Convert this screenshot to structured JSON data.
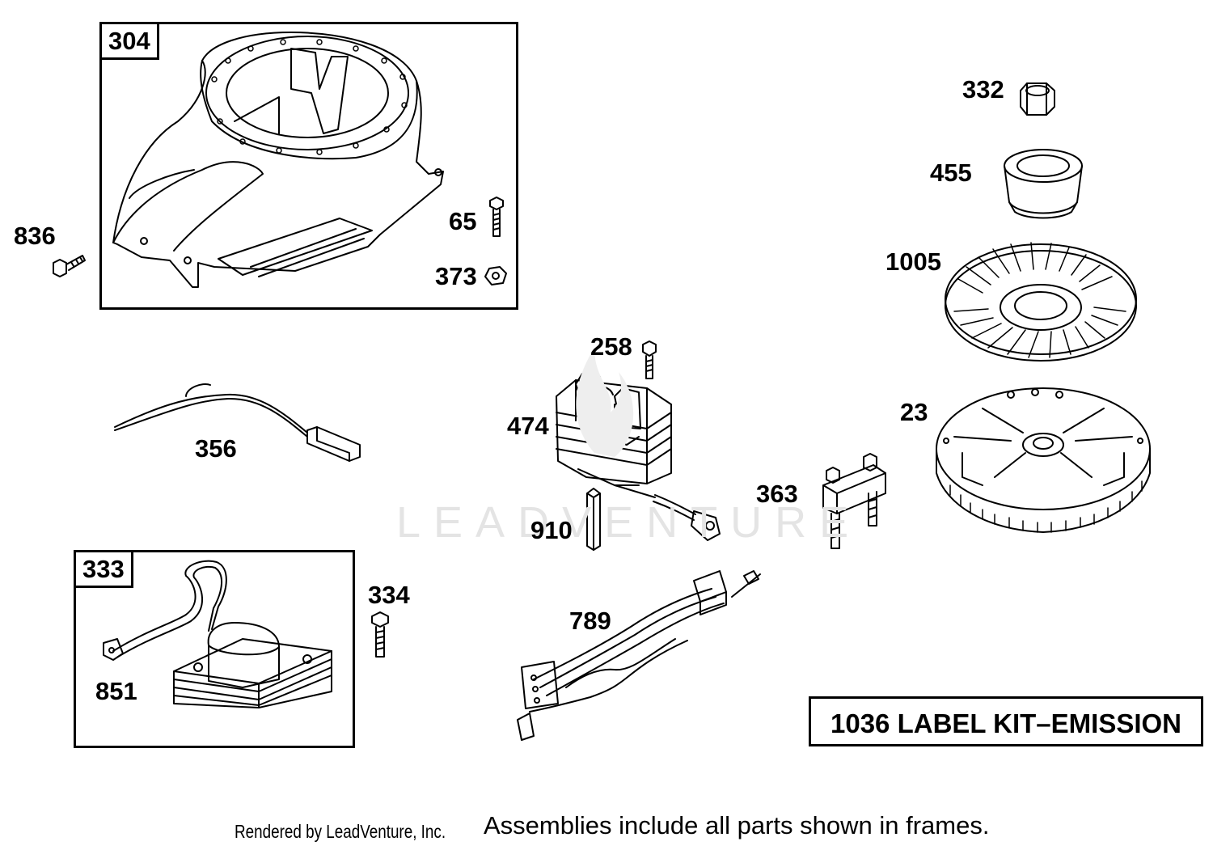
{
  "watermark": "LEADVENTURE",
  "frames": {
    "blower_housing": "304",
    "armature": "333"
  },
  "callouts": {
    "c836": "836",
    "c65": "65",
    "c373": "373",
    "c356": "356",
    "c258": "258",
    "c474": "474",
    "c910": "910",
    "c789": "789",
    "c334": "334",
    "c851": "851",
    "c363": "363",
    "c332": "332",
    "c455": "455",
    "c1005": "1005",
    "c23": "23"
  },
  "kit_label": "1036 LABEL KIT–EMISSION",
  "footer": {
    "rendered_by": "Rendered by LeadVenture, Inc.",
    "note": "Assemblies include all parts shown in frames."
  }
}
